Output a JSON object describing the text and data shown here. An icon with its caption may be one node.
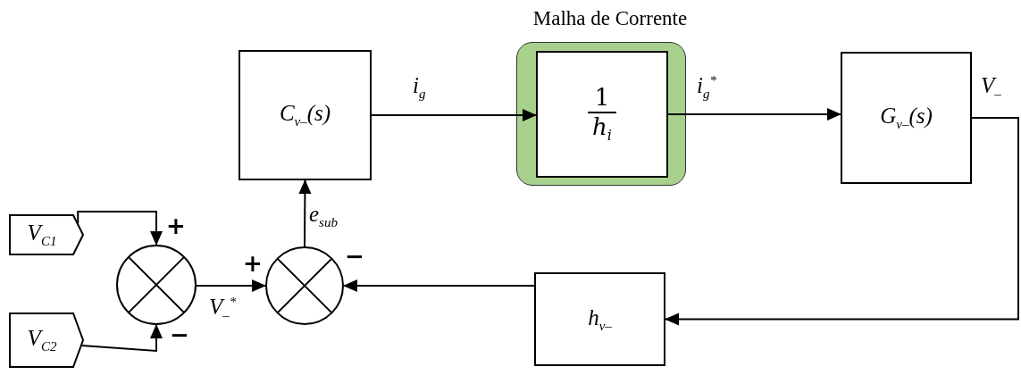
{
  "diagram": {
    "nodes": [
      {
        "text": [
          "V$_{C1}$"
        ]
      },
      {
        "text": [
          "V$_{C2}$"
        ]
      },
      {
        "text": [],
        "shape": "circle"
      },
      {
        "text": [],
        "shape": "circle"
      },
      {
        "text": [
          "C$_{v–}$(s)"
        ]
      },
      {
        "text": [
          "Malha de Corrente"
        ]
      },
      {
        "text": [
          "1",
          "h$_{i}$"
        ],
        "in": 5
      },
      {
        "text": [
          "G$_{v–}$(s)"
        ]
      },
      {
        "text": [
          "h$_{v–}$"
        ]
      }
    ],
    "edges": [
      {
        "from": 0,
        "to": 2,
        "arrow": "to"
      },
      {
        "from": 1,
        "to": 2,
        "arrow": "to"
      },
      {
        "from": 2,
        "to": 3,
        "arrow": "to",
        "label": "V$_{–}$$^{*}$"
      },
      {
        "from": 3,
        "to": 4,
        "arrow": "to",
        "label": "e$_{sub}$"
      },
      {
        "from": 4,
        "to": 6,
        "arrow": "to",
        "label": "i$_{g}$"
      },
      {
        "from": 6,
        "to": 7,
        "arrow": "to",
        "label": "i$_{g}$$^{*}$"
      },
      {
        "from": 7,
        "to": 8,
        "arrow": "to",
        "label": "V$_{–}$"
      },
      {
        "from": 8,
        "to": 3,
        "arrow": "to"
      }
    ],
    "labels": [
      "+",
      "−",
      "+",
      "−"
    ]
  }
}
